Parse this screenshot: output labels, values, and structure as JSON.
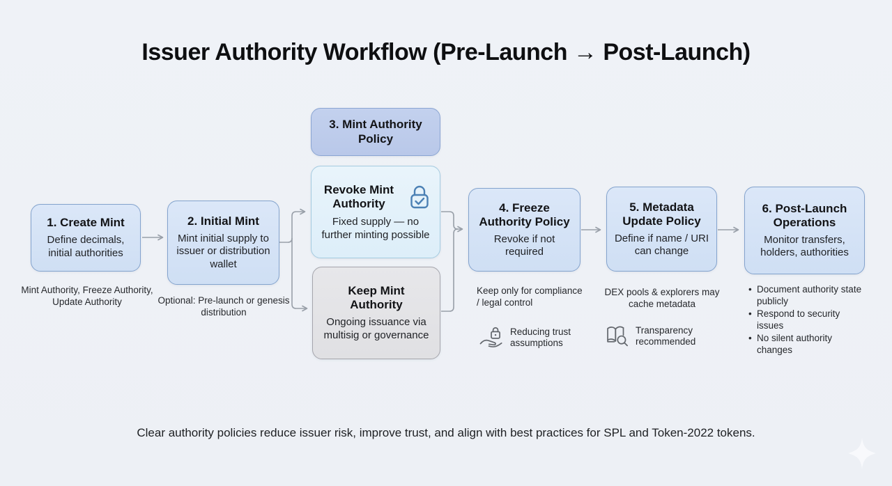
{
  "title": "Issuer Authority Workflow (Pre-Launch → Post-Launch)",
  "footer": "Clear authority policies reduce issuer risk, improve trust, and align with best practices for SPL and Token-2022 tokens.",
  "colors": {
    "background": "#eef1f6",
    "node_fill": "#d5e3f6",
    "node_border": "#83a3cd",
    "policy_fill": "#bdcbea",
    "revoke_fill": "#e3f1fa",
    "revoke_border": "#a4cbe0",
    "keep_fill": "#e3e3e6",
    "keep_border": "#a5a5ac",
    "arrow": "#989fa8",
    "lock_icon": "#4b80b4",
    "note_icon": "#63676d"
  },
  "nodes": [
    {
      "title": "1. Create Mint",
      "body": "Define decimals, initial authorities",
      "note": "Mint Authority, Freeze Authority, Update Authority"
    },
    {
      "title": "2. Initial Mint",
      "body": "Mint initial supply to issuer or distribution wallet",
      "note": "Optional: Pre-launch or genesis distribution"
    },
    {
      "title": "3. Mint Authority Policy"
    },
    {
      "title": "4. Freeze Authority Policy",
      "body": "Revoke if not required",
      "note": "Keep only for compliance / legal control",
      "icon": "hand-lock-icon",
      "icon_label": "Reducing trust assumptions"
    },
    {
      "title": "5. Metadata Update Policy",
      "body": "Define if name / URI can change",
      "note": "DEX pools & explorers may cache metadata",
      "icon": "book-search-icon",
      "icon_label": "Transparency recommended"
    },
    {
      "title": "6. Post-Launch Operations",
      "body": "Monitor transfers, holders, authorities",
      "bullets": [
        "Document authority state publicly",
        "Respond to security issues",
        "No silent authority changes"
      ]
    }
  ],
  "branches": {
    "revoke": {
      "title": "Revoke Mint Authority",
      "body": "Fixed supply — no further minting possible",
      "icon": "lock-check-icon"
    },
    "keep": {
      "title": "Keep Mint Authority",
      "body": "Ongoing issuance via multisig or governance"
    }
  },
  "watermark_icon": "sparkle-icon"
}
